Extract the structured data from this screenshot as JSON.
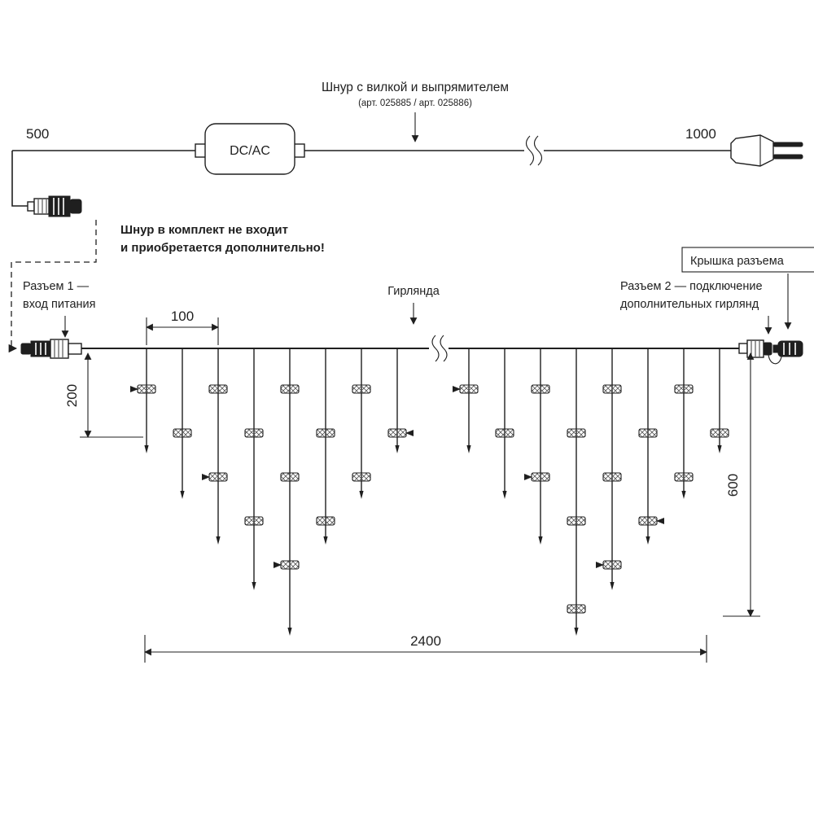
{
  "cord_section": {
    "title": "Шнур с вилкой и выпрямителем",
    "subtitle": "(арт. 025885 / арт. 025886)",
    "left_length": "500",
    "right_length": "1000",
    "adapter": "DC/AC",
    "note_line1": "Шнур в комплект не входит",
    "note_line2": "и приобретается дополнительно!"
  },
  "garland_section": {
    "connector1_label_line1": "Разъем 1 —",
    "connector1_label_line2": "вход питания",
    "garland_label": "Гирлянда",
    "connector2_label_line1": "Разъем 2 — подключение",
    "connector2_label_line2": "дополнительных гирлянд",
    "cap_label": "Крышка разъема",
    "bulb_spacing": "100",
    "first_drop": "200",
    "max_drop": "600",
    "total_length": "2400"
  },
  "colors": {
    "line": "#1f1f1f",
    "note": "#e39b3e"
  }
}
